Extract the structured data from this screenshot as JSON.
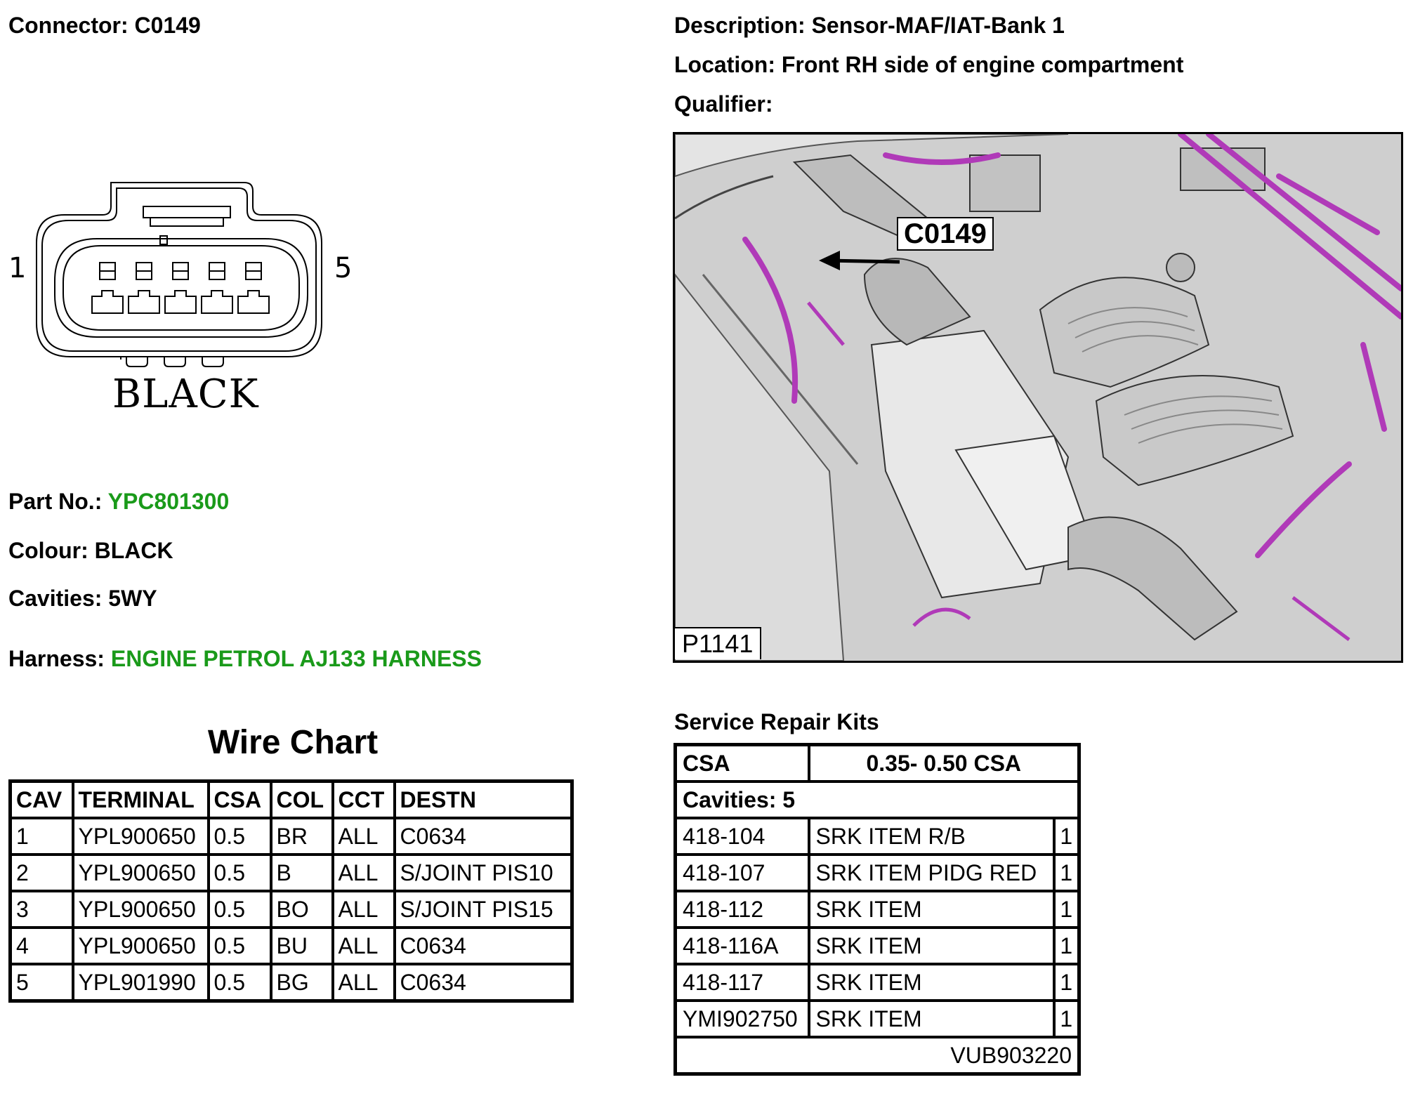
{
  "header": {
    "connector_label": "Connector:",
    "connector_value": "C0149",
    "description_label": "Description:",
    "description_value": "Sensor-MAF/IAT-Bank 1",
    "location_label": "Location:",
    "location_value": "Front RH side of engine compartment",
    "qualifier_label": "Qualifier:",
    "qualifier_value": ""
  },
  "connector": {
    "pin_first": "1",
    "pin_last": "5",
    "cavity_count": 5,
    "color_label": "BLACK"
  },
  "details": {
    "part_no_label": "Part No.:",
    "part_no_value": "YPC801300",
    "colour_label": "Colour:",
    "colour_value": "BLACK",
    "cavities_label": "Cavities:",
    "cavities_value": "5WY",
    "harness_label": "Harness:",
    "harness_value": "ENGINE PETROL AJ133 HARNESS"
  },
  "accent": {
    "link_green": "#1a9a1a",
    "harness_magenta": "#b03ab8"
  },
  "photo": {
    "callout": "C0149",
    "ref": "P1141"
  },
  "wire_chart": {
    "title": "Wire Chart",
    "headers": [
      "CAV",
      "TERMINAL",
      "CSA",
      "COL",
      "CCT",
      "DESTN"
    ],
    "rows": [
      [
        "1",
        "YPL900650",
        "0.5",
        "BR",
        "ALL",
        "C0634"
      ],
      [
        "2",
        "YPL900650",
        "0.5",
        "B",
        "ALL",
        "S/JOINT PIS10"
      ],
      [
        "3",
        "YPL900650",
        "0.5",
        "BO",
        "ALL",
        "S/JOINT PIS15"
      ],
      [
        "4",
        "YPL900650",
        "0.5",
        "BU",
        "ALL",
        "C0634"
      ],
      [
        "5",
        "YPL901990",
        "0.5",
        "BG",
        "ALL",
        "C0634"
      ]
    ]
  },
  "repair_kits": {
    "title": "Service Repair Kits",
    "csa_label": "CSA",
    "csa_value": "0.35- 0.50 CSA",
    "cavities": "Cavities: 5",
    "rows": [
      [
        "418-104",
        "SRK ITEM R/B",
        "1"
      ],
      [
        "418-107",
        "SRK ITEM PIDG RED",
        "1"
      ],
      [
        "418-112",
        "SRK ITEM",
        "1"
      ],
      [
        "418-116A",
        "SRK ITEM",
        "1"
      ],
      [
        "418-117",
        "SRK ITEM",
        "1"
      ],
      [
        "YMI902750",
        "SRK ITEM",
        "1"
      ]
    ],
    "footer": "VUB903220"
  }
}
